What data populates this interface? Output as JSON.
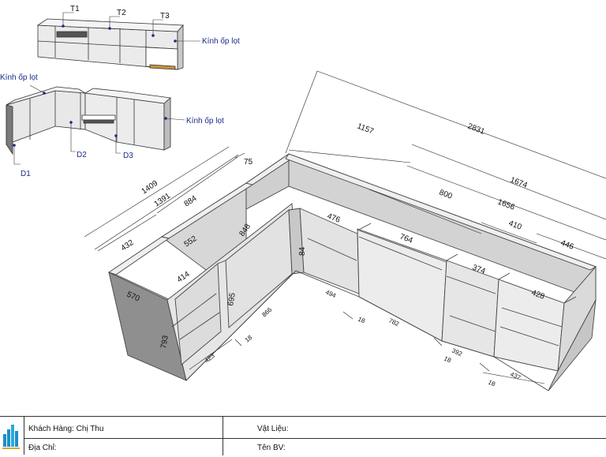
{
  "labels": {
    "t1": "T1",
    "t2": "T2",
    "t3": "T3",
    "d1": "D1",
    "d2": "D2",
    "d3": "D3",
    "glass_1": "Kính ốp lọt",
    "glass_2": "Kính ốp lọt",
    "glass_3": "Kính ốp lọt"
  },
  "dimensions": {
    "d1409": "1409",
    "d1391": "1391",
    "d75": "75",
    "d1157": "1157",
    "d2831": "2831",
    "d1674": "1674",
    "d1656": "1656",
    "d800": "800",
    "d410": "410",
    "d446": "446",
    "d884": "884",
    "d432": "432",
    "d552": "552",
    "d848": "848",
    "d476": "476",
    "d764": "764",
    "d374": "374",
    "d428": "428",
    "d414": "414",
    "d570": "570",
    "d793": "793",
    "d695": "695",
    "d84": "84",
    "d494": "494",
    "d866": "866",
    "d423": "423",
    "d18a": "18",
    "d18b": "18",
    "d782": "782",
    "d392": "392",
    "d18c": "18",
    "d18d": "18",
    "d437": "437"
  },
  "title_block": {
    "customer_label": "Khách Hàng: Chị Thu",
    "address_label": "Địa Chỉ:",
    "material_label": "Vật Liệu:",
    "drawing_name_label": "Tên BV:"
  },
  "colors": {
    "panel_light": "#ebebeb",
    "panel_mid": "#d6d6d6",
    "panel_dark": "#8f8f8f",
    "annotation_blue": "#1a2a8a",
    "wood_floor": "#c8913a"
  }
}
